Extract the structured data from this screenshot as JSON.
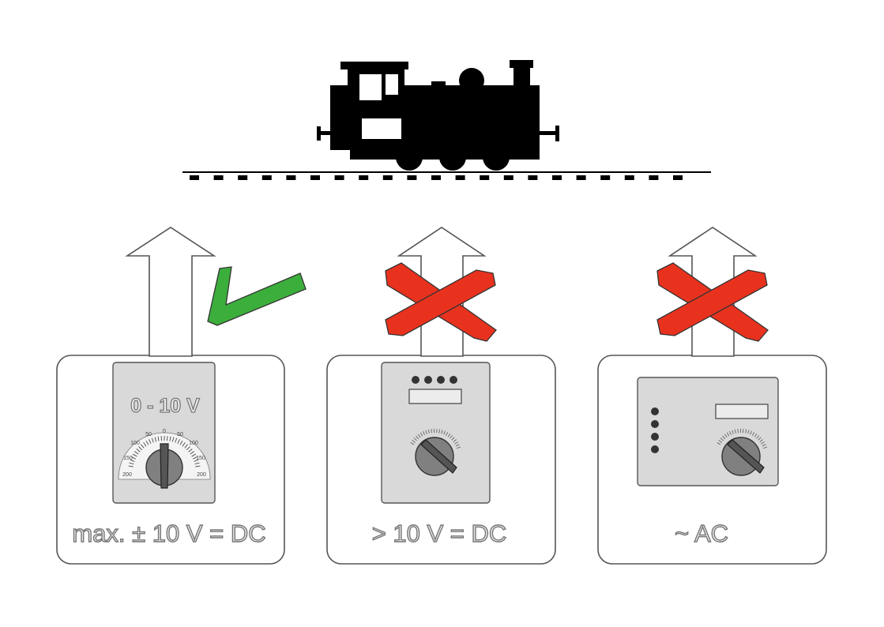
{
  "panels": [
    {
      "label": "max. ± 10 V = DC",
      "status": "allowed",
      "meter": {
        "label": "0 - 10 V",
        "scale": [
          "200",
          "150",
          "100",
          "50",
          "0",
          "50",
          "100",
          "150",
          "200"
        ]
      }
    },
    {
      "label": "> 10 V = DC",
      "status": "forbidden"
    },
    {
      "label": "~ AC",
      "status": "forbidden"
    }
  ],
  "colors": {
    "check": "#3cae3c",
    "cross": "#e8321e",
    "device": "#d9d9d9",
    "knob": "#808080",
    "locomotive": "#000000"
  },
  "icons": [
    "locomotive-icon",
    "track-icon",
    "up-arrow-icon",
    "checkmark-icon",
    "cross-icon",
    "knob-icon"
  ]
}
